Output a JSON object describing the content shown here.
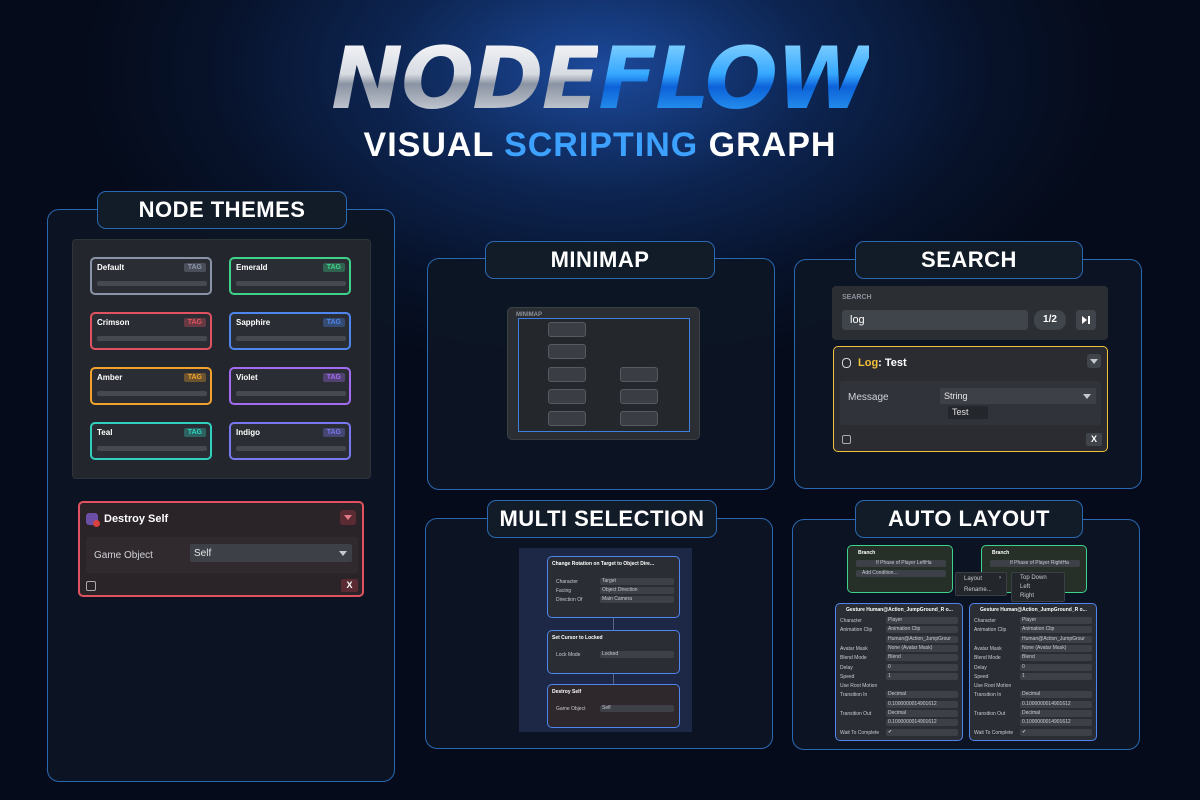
{
  "hero": {
    "logo_part1": "NODE",
    "logo_part2": "FLOW",
    "subtitle_part1": "VISUAL",
    "subtitle_part2": "SCRIPTING",
    "subtitle_part3": "GRAPH",
    "colors": {
      "accent_blue": "#3da2ff",
      "panel_border": "#2a68b0"
    }
  },
  "node_themes": {
    "title": "NODE THEMES",
    "tag_label": "TAG",
    "themes": [
      {
        "name": "Default",
        "color": "#8a94a8"
      },
      {
        "name": "Emerald",
        "color": "#3fd28a"
      },
      {
        "name": "Crimson",
        "color": "#e0525f"
      },
      {
        "name": "Sapphire",
        "color": "#4f86ee"
      },
      {
        "name": "Amber",
        "color": "#f0a22c"
      },
      {
        "name": "Violet",
        "color": "#a26cf0"
      },
      {
        "name": "Teal",
        "color": "#2fd0bd"
      },
      {
        "name": "Indigo",
        "color": "#7a78f0"
      }
    ],
    "destroy_node": {
      "title": "Destroy Self",
      "icon": "destroy-self-icon",
      "field_label": "Game Object",
      "field_value": "Self",
      "close_label": "X",
      "border_color": "#e0525f"
    }
  },
  "minimap": {
    "title": "MINIMAP",
    "label": "MINIMAP"
  },
  "search": {
    "title": "SEARCH",
    "label": "SEARCH",
    "query": "log",
    "count": "1/2",
    "node_title_match": "Log",
    "node_title_rest": ": Test",
    "field_label": "Message",
    "field_type": "String",
    "field_value": "Test",
    "close_label": "X",
    "highlight_color": "#f2c23a"
  },
  "multi_selection": {
    "title": "MULTI SELECTION",
    "node1": {
      "title": "Change Rotation on Target to Object Dire...",
      "rows": [
        {
          "label": "Character",
          "value": "Target"
        },
        {
          "label": "Facing",
          "value": "Object Direction"
        },
        {
          "label": "Direction Of",
          "value": "Main Camera"
        }
      ]
    },
    "node2": {
      "title": "Set Cursor to Locked",
      "rows": [
        {
          "label": "Lock Mode",
          "value": "Locked"
        }
      ]
    },
    "node3": {
      "title": "Destroy Self",
      "rows": [
        {
          "label": "Game Object",
          "value": "Self"
        }
      ]
    }
  },
  "auto_layout": {
    "title": "AUTO LAYOUT",
    "branch1": {
      "title": "Branch",
      "condition": "If Phase of Player LeftHa",
      "add": "Add Condition..."
    },
    "branch2": {
      "title": "Branch",
      "condition": "If Phase of Player RightHa"
    },
    "context_menu": {
      "items": [
        "Layout",
        "Rename..."
      ]
    },
    "submenu": {
      "items": [
        "Top Down",
        "Left",
        "Right"
      ]
    },
    "gesture1": {
      "title": "Gesture Human@Action_JumpGround_R o..."
    },
    "gesture2": {
      "title": "Gesture Human@Action_JumpGround_R o..."
    },
    "rows": [
      {
        "label": "Character",
        "value": "Player"
      },
      {
        "label": "Animation Clip",
        "value": "Animation Clip"
      },
      {
        "label": "",
        "value": "Human@Action_JumpGrour"
      },
      {
        "label": "Avatar Mask",
        "value": "None (Avatar Mask)"
      },
      {
        "label": "Blend Mode",
        "value": "Blend"
      },
      {
        "label": "Delay",
        "value": "0"
      },
      {
        "label": "Speed",
        "value": "1"
      },
      {
        "label": "Use Root Motion",
        "value": ""
      },
      {
        "label": "Transition In",
        "value": "Decimal"
      },
      {
        "label": "",
        "value": "0.1000000014901612"
      },
      {
        "label": "Transition Out",
        "value": "Decimal"
      },
      {
        "label": "",
        "value": "0.1000000014901612"
      },
      {
        "label": "Wait To Complete",
        "value": "✔"
      }
    ]
  }
}
